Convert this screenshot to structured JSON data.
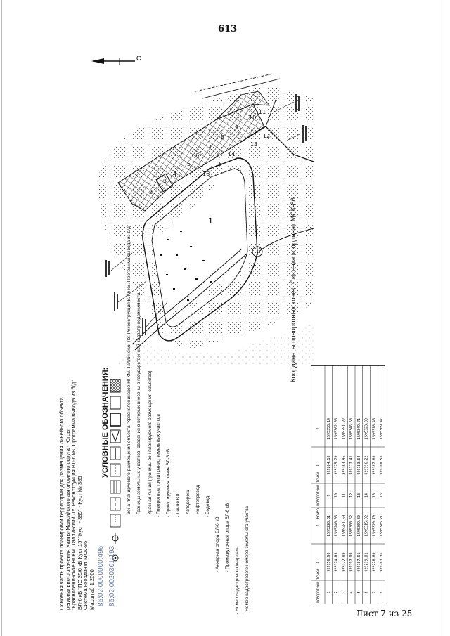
{
  "page": {
    "number": "613",
    "sheet": "Лист 7 из 25"
  },
  "north_arrow": {
    "label": "С"
  },
  "header": {
    "lines": [
      "Основная часть проекта планировки территории для размещения линейного объекта",
      "регионального значения Ханты-Мансийского автономного округа - Югры",
      "\"Красноленинское НГКМ. Таллинский ЛУ. Реконструкция ВЛ-6 кВ. Программа вывода из б/д\"",
      "ВЛ-6 кВ \"ПС 35/6 кВ Куст 15\" \"Куст - 385\" - Куст № 385",
      "Система координат МСК-86",
      "Масштаб 1:2000"
    ]
  },
  "legend": {
    "title": "УСЛОВНЫЕ ОБОЗНАЧЕНИЯ:",
    "items": [
      "- Зона планируемого размещения объекта \"Красноленинское НГКМ. Таллинский ЛУ. Реконструкция ВЛ-6 кВ. Программа вывода из б/д\"",
      "- Границы земельных участков, сведения о которых внесены в государственный кадастр недвижимости",
      "- Красная линия (границы зон планируемого размещения объектов)",
      "- Поворотные точки границ земельных участков",
      "- Проектируемая линия ВЛ-6 кВ",
      "- Линия ВЛ",
      "- Автодорога",
      "- Нефтепровод",
      "- Водовод",
      "- Анкерная опора ВЛ-6 кВ",
      "- Промежуточная опора ВЛ-6 кВ",
      "- Номер кадастрового квартала",
      "- Номер кадастрового номера земельного участка"
    ],
    "codes": [
      "86:02:0000000:496",
      "86:02:0020301:193"
    ]
  },
  "map": {
    "site_label": "1",
    "point_labels": [
      "1",
      "2",
      "3",
      "4",
      "5",
      "6",
      "7",
      "8",
      "9",
      "10",
      "11",
      "12",
      "13",
      "14",
      "15",
      "16"
    ]
  },
  "coords": {
    "title": "Координаты поворотных точек. Система координат МСК-86",
    "headers": [
      "Номер поворотной точки",
      "X",
      "Y",
      "Номер поворотной точки",
      "X",
      "Y"
    ],
    "rows": [
      [
        "1",
        "929156.98",
        "1595228.81",
        "9",
        "929204.10",
        "1595358.14"
      ],
      [
        "2",
        "929174.05",
        "1595240.06",
        "10",
        "929175.70",
        "1595362.86"
      ],
      [
        "3",
        "929172.89",
        "1595281.69",
        "11",
        "929163.96",
        "1595351.22"
      ],
      [
        "4",
        "929192.99",
        "1595300.62",
        "12",
        "929177.41",
        "1595346.53"
      ],
      [
        "5",
        "929187.61",
        "1595309.80",
        "13",
        "929183.64",
        "1595349.71"
      ],
      [
        "6",
        "929219.81",
        "1595315.92",
        "14",
        "929196.22",
        "1595323.30"
      ],
      [
        "7",
        "929228.60",
        "1595329.79",
        "15",
        "929187.80",
        "1595318.45"
      ],
      [
        "8",
        "929203.36",
        "1595345.21",
        "16",
        "929160.58",
        "1595309.47"
      ]
    ]
  }
}
